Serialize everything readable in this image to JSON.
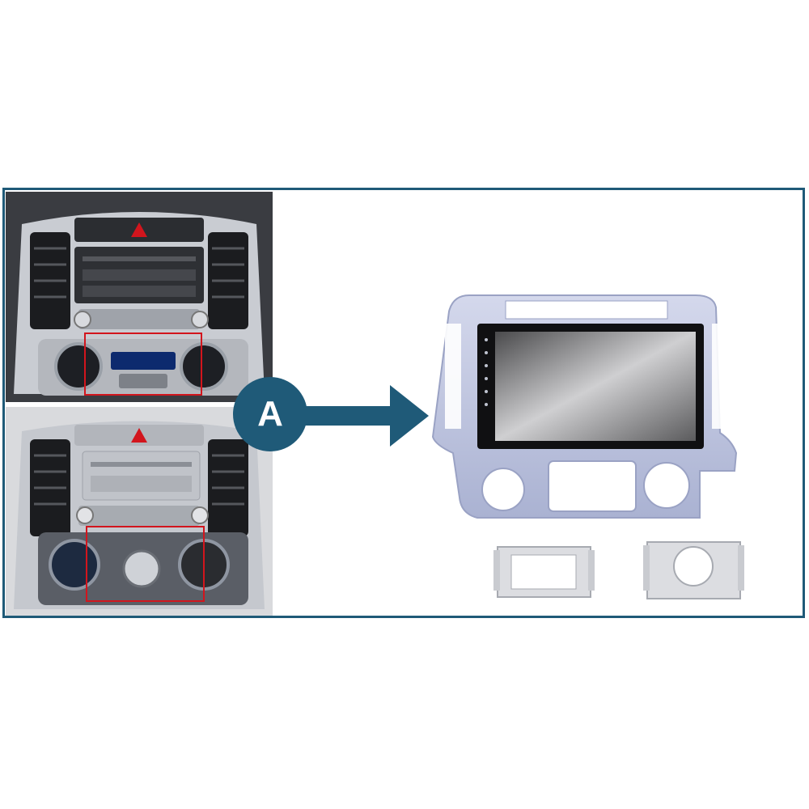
{
  "badge": {
    "label": "A"
  },
  "colors": {
    "frame_border": "#1f5a78",
    "badge_fill": "#1f5a78",
    "arrow_fill": "#1f5a78",
    "highlight_box": "#d2151d",
    "bezel_silver": "#b9c0dc"
  },
  "photos": [
    {
      "name": "dashboard-auto-climate",
      "has_highlight": true
    },
    {
      "name": "dashboard-manual-climate",
      "has_highlight": true
    }
  ],
  "product": {
    "name": "replacement-radio-frame",
    "screen": "touchscreen",
    "extra_parts": 2
  }
}
